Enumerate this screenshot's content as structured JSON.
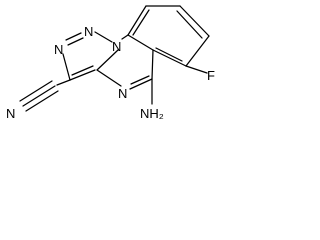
{
  "molecule": {
    "atoms": {
      "ring_n1": "N",
      "ring_n2": "N",
      "ring_n3": "N",
      "ring_n4": "N",
      "nitrile_n": "N",
      "fluorine": "F",
      "amino_nh2": "NH₂"
    }
  }
}
